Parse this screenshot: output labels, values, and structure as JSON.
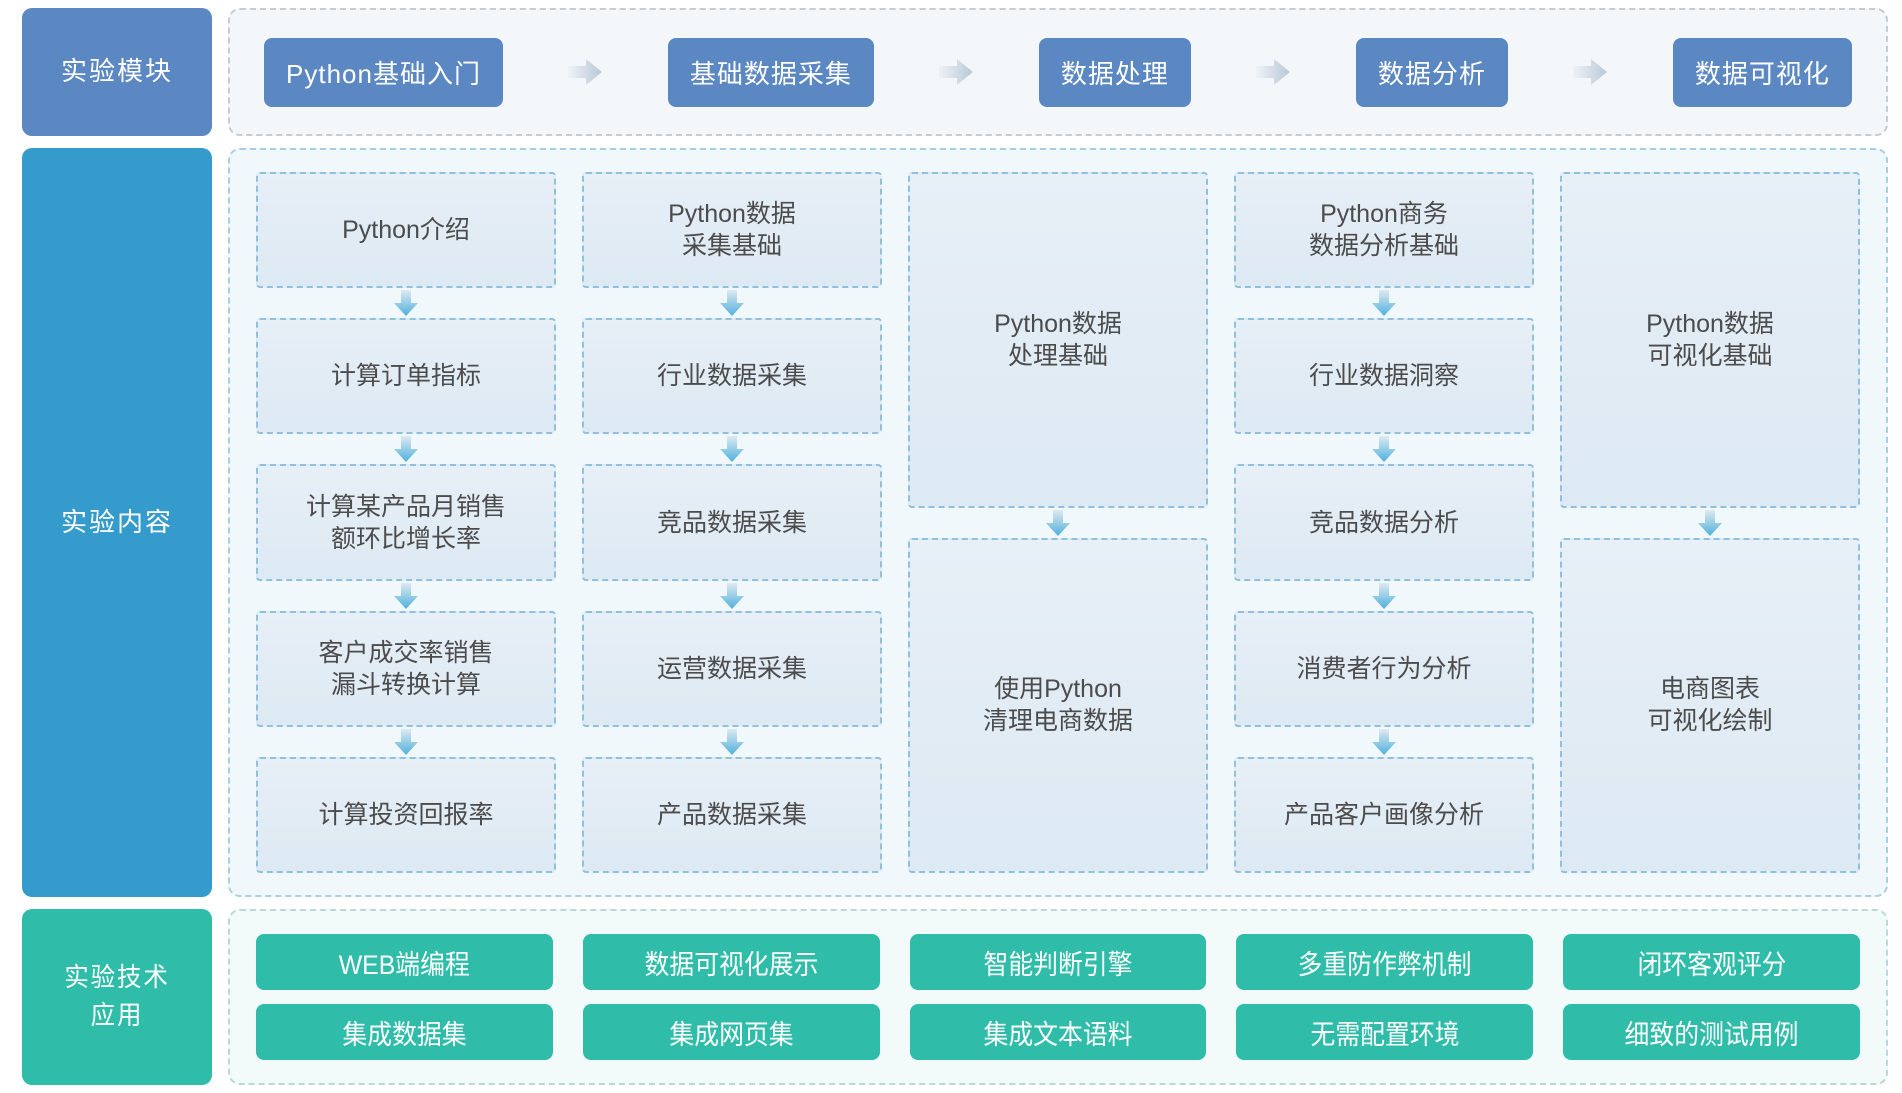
{
  "sections": {
    "module": {
      "label": "实验模块"
    },
    "content": {
      "label": "实验内容"
    },
    "tech": {
      "label": "实验技术\n应用"
    }
  },
  "colors": {
    "module_blue": "#5b87c2",
    "content_cyan": "#359bcc",
    "tech_green": "#2fbca8",
    "step_border": "#8fc0dd",
    "step_fill": "#e3ecf5",
    "panel_border": "#c3cdd6",
    "panel_fill": "#f4f7fa",
    "arrow_blue": "#5bb4dd"
  },
  "module_steps": [
    "Python基础入门",
    "基础数据采集",
    "数据处理",
    "数据分析",
    "数据可视化"
  ],
  "content_columns": [
    {
      "name": "python-basics",
      "steps": [
        {
          "text": "Python介绍",
          "tall": false
        },
        {
          "text": "计算订单指标",
          "tall": false
        },
        {
          "text": "计算某产品月销售\n额环比增长率",
          "tall": false
        },
        {
          "text": "客户成交率销售\n漏斗转换计算",
          "tall": false
        },
        {
          "text": "计算投资回报率",
          "tall": false
        }
      ]
    },
    {
      "name": "data-collection",
      "steps": [
        {
          "text": "Python数据\n采集基础",
          "tall": false
        },
        {
          "text": "行业数据采集",
          "tall": false
        },
        {
          "text": "竞品数据采集",
          "tall": false
        },
        {
          "text": "运营数据采集",
          "tall": false
        },
        {
          "text": "产品数据采集",
          "tall": false
        }
      ]
    },
    {
      "name": "data-processing",
      "steps": [
        {
          "text": "Python数据\n处理基础",
          "tall": true
        },
        {
          "text": "使用Python\n清理电商数据",
          "tall": true
        }
      ]
    },
    {
      "name": "data-analysis",
      "steps": [
        {
          "text": "Python商务\n数据分析基础",
          "tall": false
        },
        {
          "text": "行业数据洞察",
          "tall": false
        },
        {
          "text": "竞品数据分析",
          "tall": false
        },
        {
          "text": "消费者行为分析",
          "tall": false
        },
        {
          "text": "产品客户画像分析",
          "tall": false
        }
      ]
    },
    {
      "name": "data-visualization",
      "steps": [
        {
          "text": "Python数据\n可视化基础",
          "tall": true
        },
        {
          "text": "电商图表\n可视化绘制",
          "tall": true
        }
      ]
    }
  ],
  "tech_tags": {
    "row1": [
      "WEB端编程",
      "数据可视化展示",
      "智能判断引擎",
      "多重防作弊机制",
      "闭环客观评分"
    ],
    "row2": [
      "集成数据集",
      "集成网页集",
      "集成文本语料",
      "无需配置环境",
      "细致的测试用例"
    ]
  }
}
